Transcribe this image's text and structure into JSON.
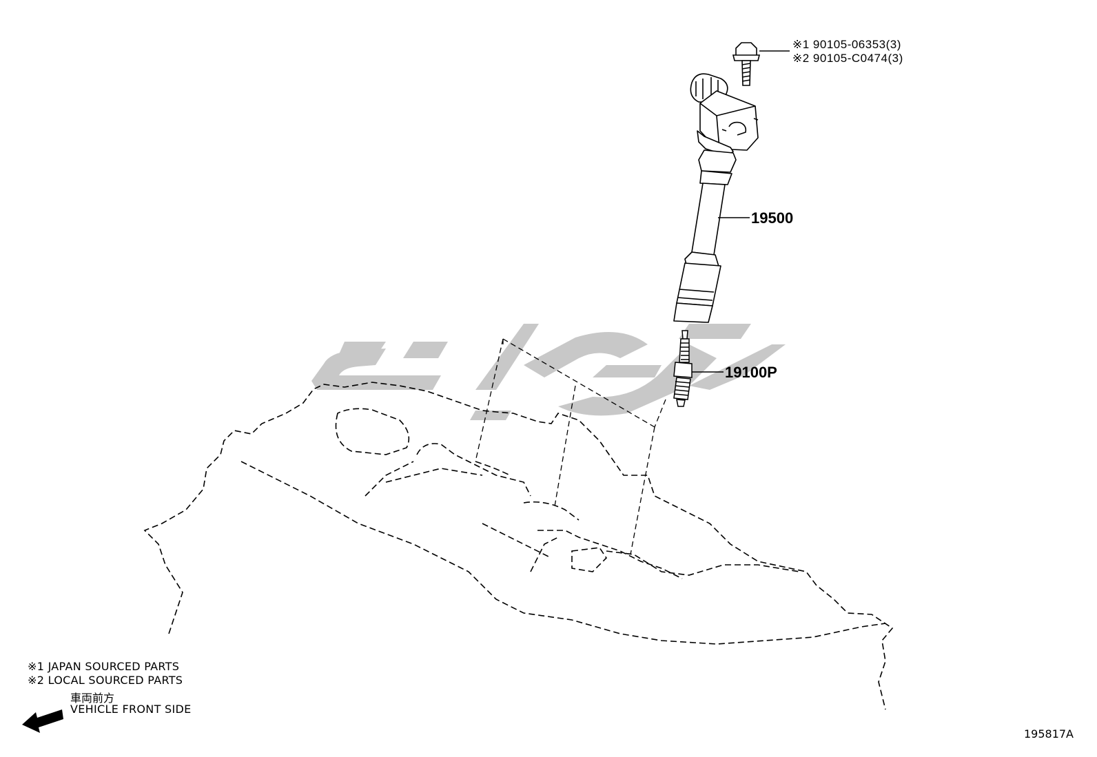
{
  "diagram": {
    "callouts": {
      "bolt_line1": "※1 90105-06353(3)",
      "bolt_line2": "※2 90105-C0474(3)",
      "ignition_coil": "19500",
      "spark_plug": "19100P"
    },
    "notes": {
      "note1": "※1 JAPAN SOURCED PARTS",
      "note2": "※2 LOCAL SOURCED PARTS"
    },
    "direction": {
      "label_ja": "車両前方",
      "label_en": "VEHICLE FRONT SIDE",
      "icon": "arrow-left-icon"
    },
    "reference_code": "195817A",
    "watermark_color": "#c8c8c8"
  }
}
